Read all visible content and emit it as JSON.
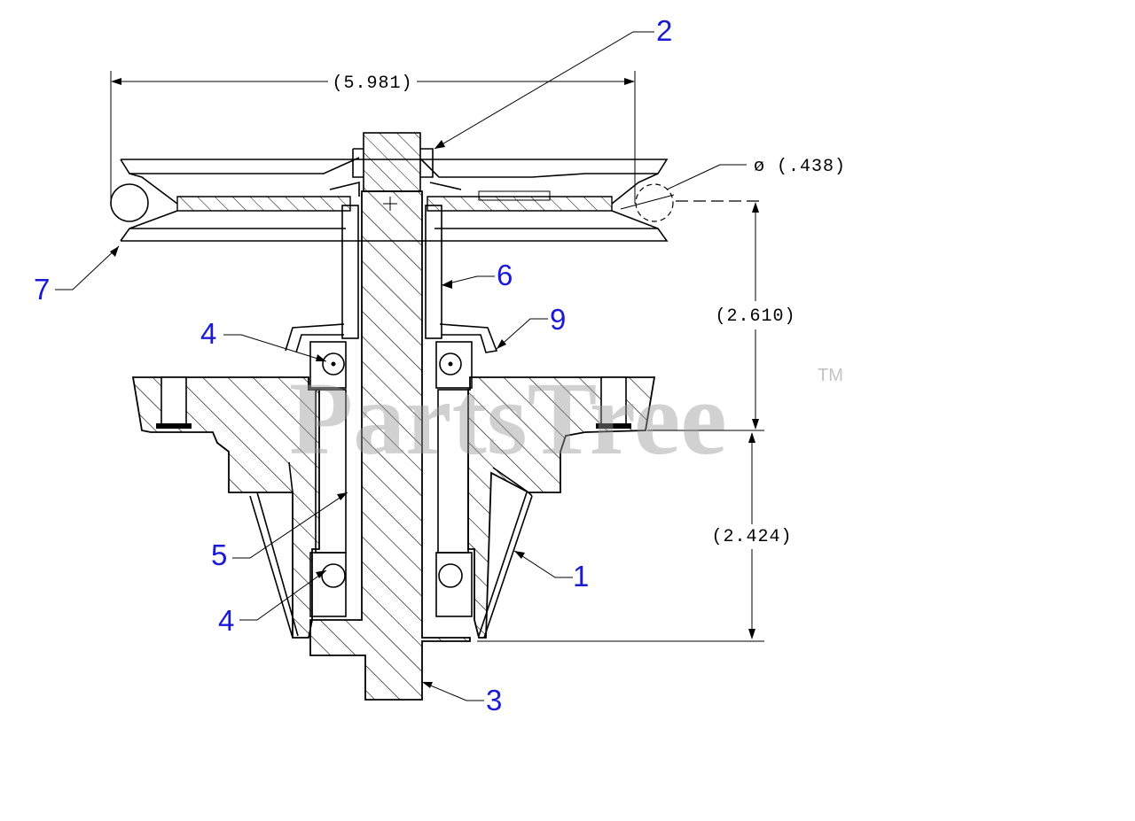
{
  "diagram": {
    "callouts": {
      "c1": "1",
      "c2": "2",
      "c3": "3",
      "c4a": "4",
      "c4b": "4",
      "c5": "5",
      "c6": "6",
      "c7": "7",
      "c9": "9"
    },
    "dimensions": {
      "overall_width": "(5.981)",
      "belt_diameter": "ø (.438)",
      "upper_height": "(2.610)",
      "lower_height": "(2.424)"
    },
    "watermark": {
      "brand": "PartsTree",
      "trademark": "TM"
    },
    "colors": {
      "callout": "#1a1ad6",
      "line": "#000000",
      "watermark": "#9a9a9a"
    }
  }
}
